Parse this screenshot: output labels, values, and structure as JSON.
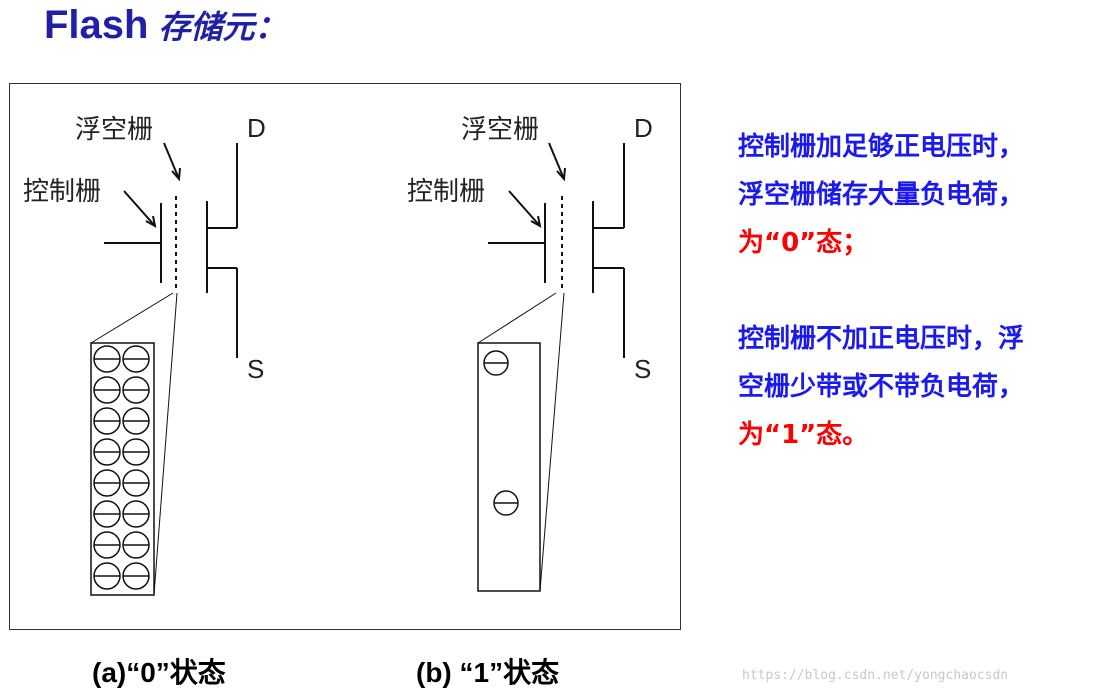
{
  "title": {
    "en": "Flash",
    "zh": "存储元："
  },
  "figure": {
    "panel_a": {
      "floating_gate": "浮空栅",
      "control_gate": "控制栅",
      "drain": "D",
      "source": "S",
      "charge_count": 16
    },
    "panel_b": {
      "floating_gate": "浮空栅",
      "control_gate": "控制栅",
      "drain": "D",
      "source": "S",
      "charge_count": 2
    },
    "captions": {
      "a": "(a)“0”状态",
      "b": "(b) “1”状态"
    }
  },
  "explanation": {
    "para1": {
      "line1": "控制栅加足够正电压时，",
      "line2": "浮空栅储存大量负电荷，",
      "line3": "为“0”态；"
    },
    "para2": {
      "line1": "控制栅不加正电压时，浮",
      "line2": "空栅少带或不带负电荷，",
      "line3": "为“1”态。"
    }
  },
  "watermark": "https://blog.csdn.net/yongchaocsdn",
  "colors": {
    "title": "#1f1fa8",
    "explanation_blue": "#1a1af0",
    "explanation_red": "#ff0000"
  }
}
